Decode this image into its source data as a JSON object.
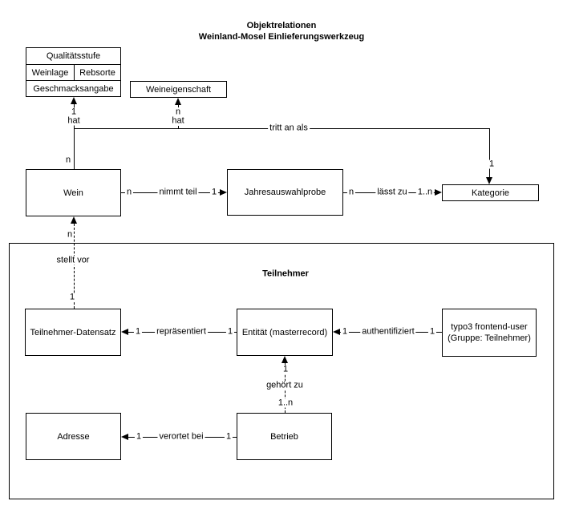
{
  "title": {
    "line1": "Objektrelationen",
    "line2": "Weinland-Mosel Einlieferungswerkzeug"
  },
  "boxes": {
    "qualitaetsstufe": "Qualitätsstufe",
    "weinlage": "Weinlage",
    "rebsorte": "Rebsorte",
    "geschmacksangabe": "Geschmacksangabe",
    "weineigenschaft": "Weineigenschaft",
    "wein": "Wein",
    "jahresauswahlprobe": "Jahresauswahlprobe",
    "kategorie": "Kategorie",
    "teilnehmer_group": "Teilnehmer",
    "teilnehmer_datensatz": "Teilnehmer-Datensatz",
    "entitaet": "Entität (masterrecord)",
    "typo3_line1": "typo3 frontend-user",
    "typo3_line2": "(Gruppe: Teilnehmer)",
    "adresse": "Adresse",
    "betrieb": "Betrieb"
  },
  "relations": {
    "hat_qualitaet": {
      "label": "hat",
      "mult_top": "1",
      "mult_bottom": "n"
    },
    "hat_eigenschaft": {
      "label": "hat",
      "mult_top": "n"
    },
    "tritt_an_als": {
      "label": "tritt an als",
      "mult_kategorie": "1"
    },
    "nimmt_teil": {
      "label": "nimmt teil",
      "mult_left": "n",
      "mult_right": "1"
    },
    "laesst_zu": {
      "label": "lässt zu",
      "mult_left": "n",
      "mult_right": "1..n"
    },
    "stellt_vor": {
      "label": "stellt vor",
      "mult_top": "n",
      "mult_bottom": "1"
    },
    "repraesentiert": {
      "label": "repräsentiert",
      "mult_left": "1",
      "mult_right": "1"
    },
    "authentifiziert": {
      "label": "authentifiziert",
      "mult_left": "1",
      "mult_right": "1"
    },
    "gehoert_zu": {
      "label": "gehört zu",
      "mult_top": "1",
      "mult_bottom": "1..n"
    },
    "verortet_bei": {
      "label": "verortet bei",
      "mult_left": "1",
      "mult_right": "1"
    }
  },
  "colors": {
    "line": "#000000",
    "background": "#ffffff"
  }
}
